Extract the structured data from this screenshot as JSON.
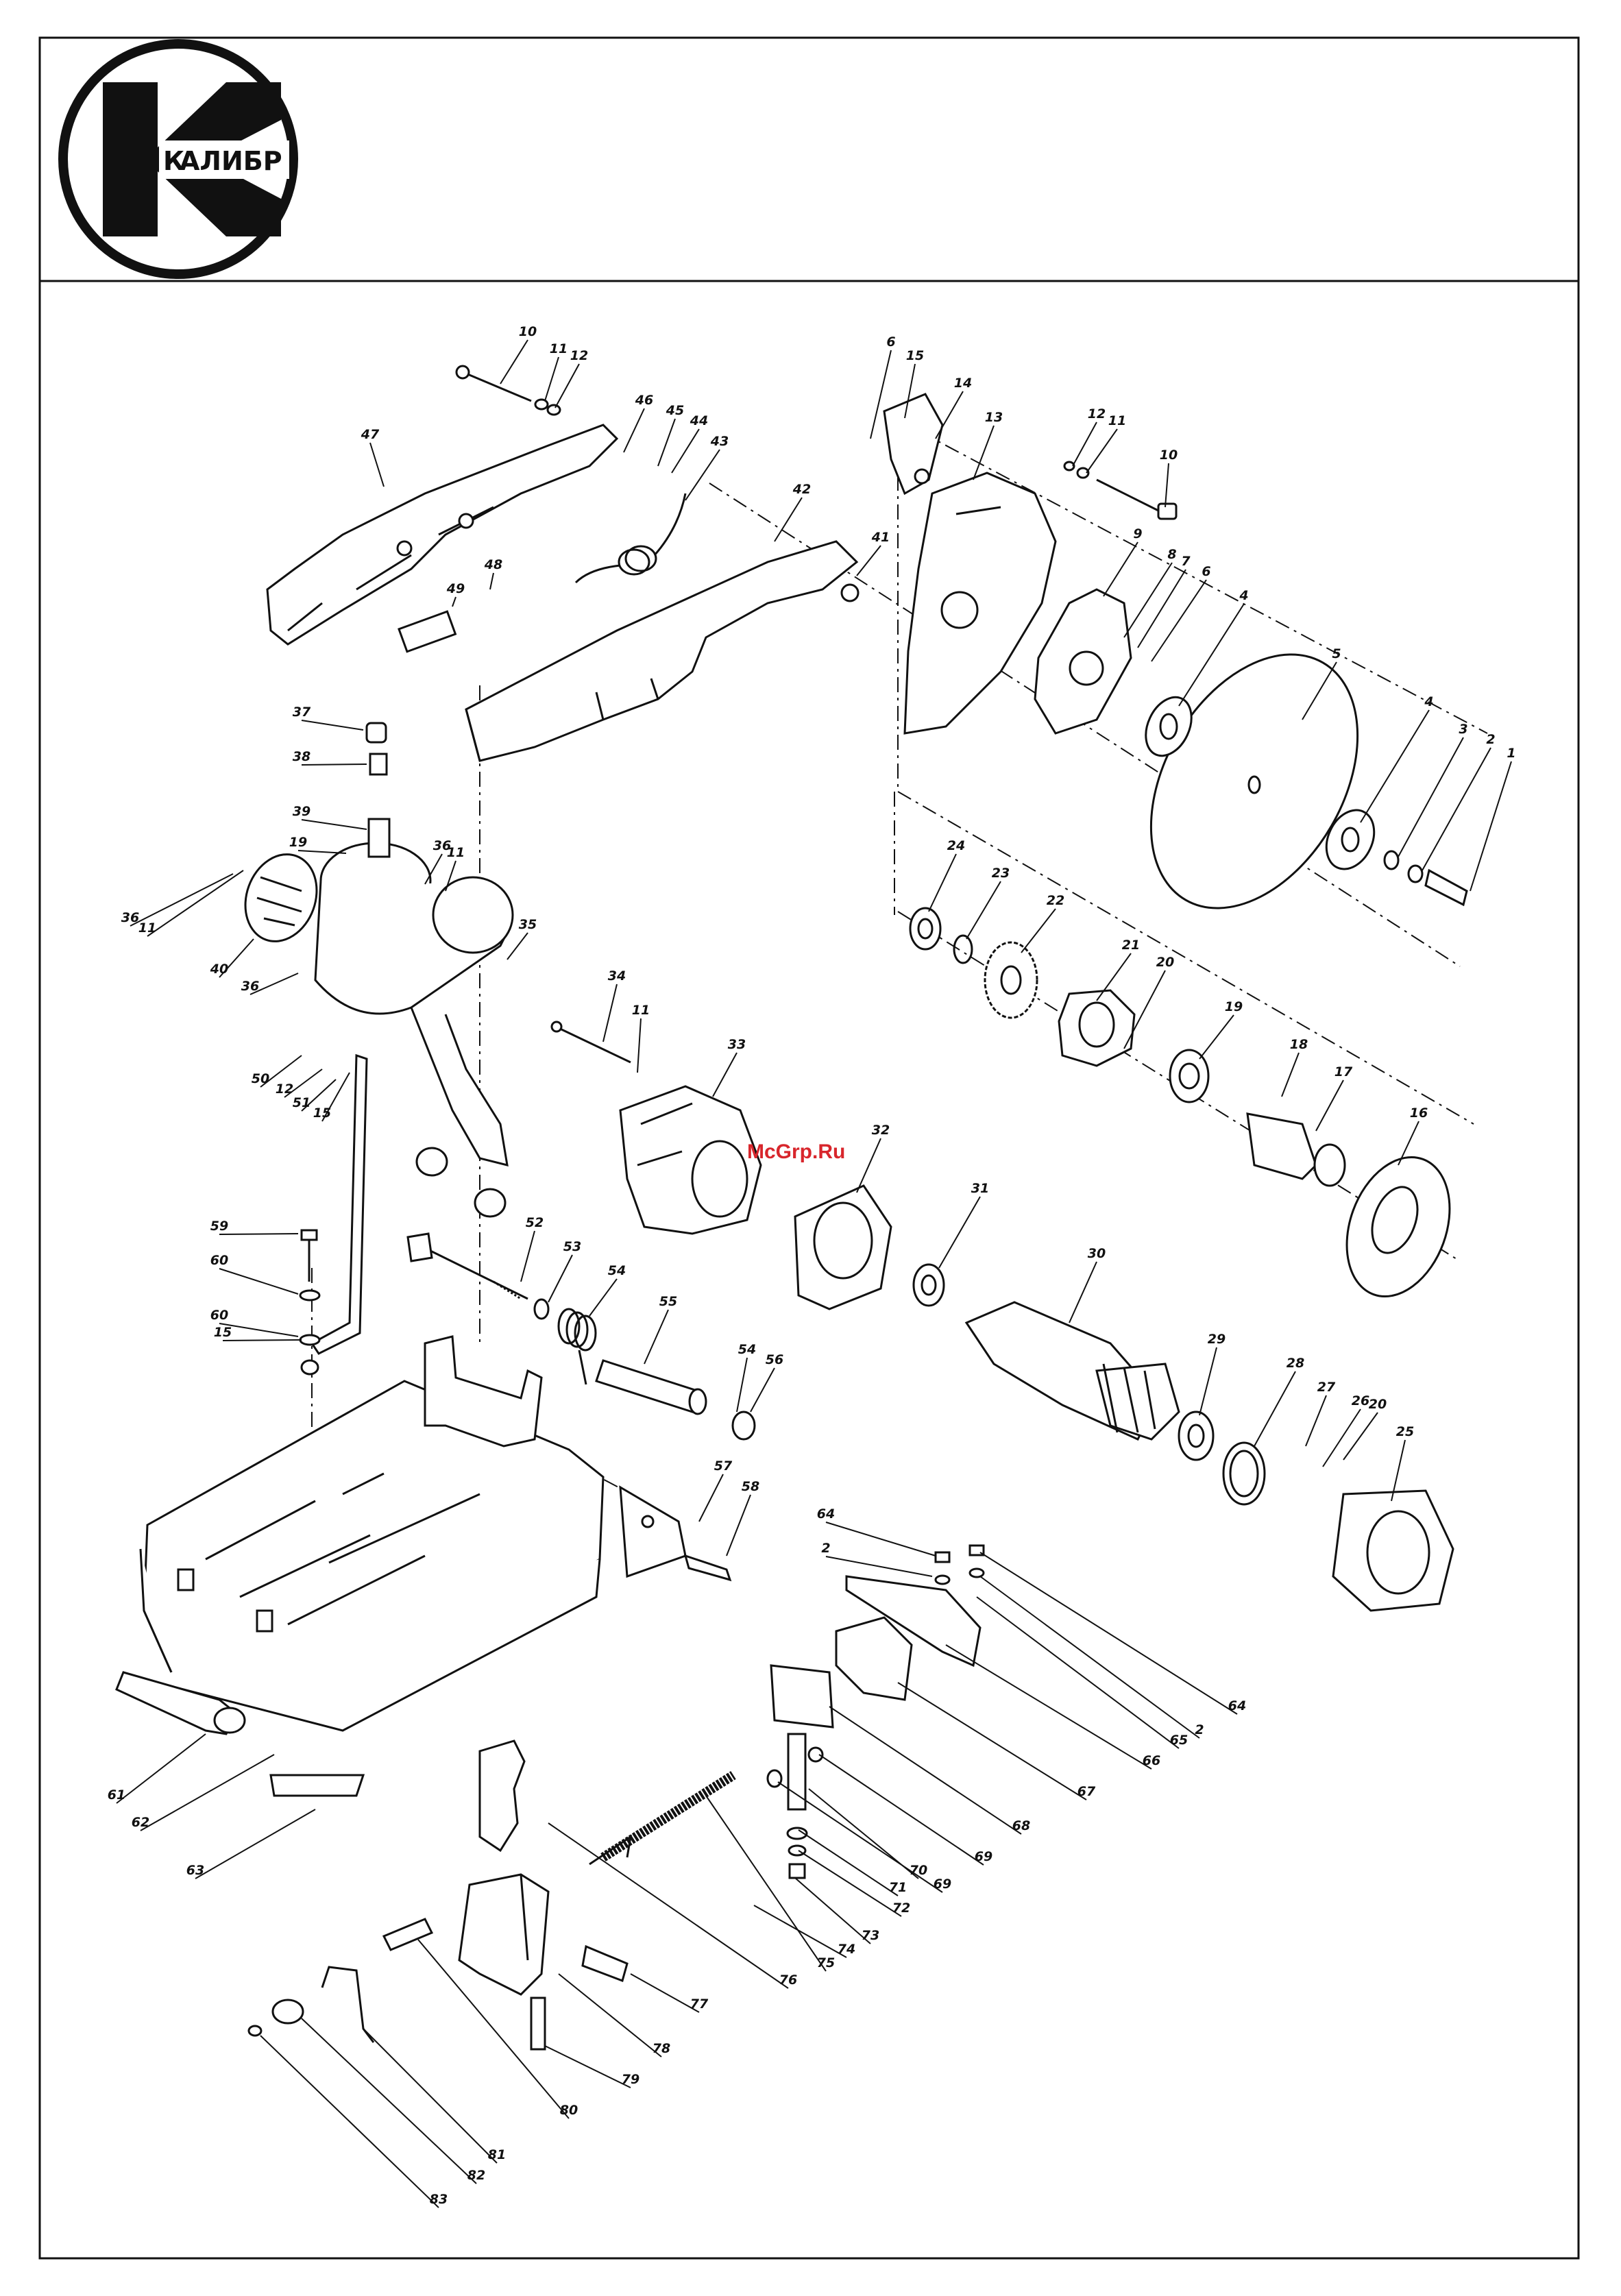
{
  "header": {
    "brand_text": "АЛИБР",
    "brand_mark": "К"
  },
  "watermark": {
    "text": "McGrp.Ru",
    "color": "#d8262c"
  },
  "colors": {
    "ink": "#111111",
    "paper": "#ffffff"
  },
  "parts": [
    {
      "id": "p1",
      "text": "1"
    },
    {
      "id": "p2",
      "text": "2"
    },
    {
      "id": "p3",
      "text": "3"
    },
    {
      "id": "p4a",
      "text": "4"
    },
    {
      "id": "p4b",
      "text": "4"
    },
    {
      "id": "p5",
      "text": "5"
    },
    {
      "id": "p6a",
      "text": "6"
    },
    {
      "id": "p6b",
      "text": "6"
    },
    {
      "id": "p7",
      "text": "7"
    },
    {
      "id": "p8",
      "text": "8"
    },
    {
      "id": "p9",
      "text": "9"
    },
    {
      "id": "p10a",
      "text": "10"
    },
    {
      "id": "p10b",
      "text": "10"
    },
    {
      "id": "p11a",
      "text": "11"
    },
    {
      "id": "p11b",
      "text": "11"
    },
    {
      "id": "p11c",
      "text": "11"
    },
    {
      "id": "p11d",
      "text": "11"
    },
    {
      "id": "p11e",
      "text": "11"
    },
    {
      "id": "p12a",
      "text": "12"
    },
    {
      "id": "p12b",
      "text": "12"
    },
    {
      "id": "p12c",
      "text": "12"
    },
    {
      "id": "p13",
      "text": "13"
    },
    {
      "id": "p14",
      "text": "14"
    },
    {
      "id": "p15a",
      "text": "15"
    },
    {
      "id": "p15b",
      "text": "15"
    },
    {
      "id": "p15c",
      "text": "15"
    },
    {
      "id": "p16",
      "text": "16"
    },
    {
      "id": "p17",
      "text": "17"
    },
    {
      "id": "p18",
      "text": "18"
    },
    {
      "id": "p19a",
      "text": "19"
    },
    {
      "id": "p19b",
      "text": "19"
    },
    {
      "id": "p20a",
      "text": "20"
    },
    {
      "id": "p20b",
      "text": "20"
    },
    {
      "id": "p21",
      "text": "21"
    },
    {
      "id": "p22",
      "text": "22"
    },
    {
      "id": "p23",
      "text": "23"
    },
    {
      "id": "p24",
      "text": "24"
    },
    {
      "id": "p25",
      "text": "25"
    },
    {
      "id": "p26",
      "text": "26"
    },
    {
      "id": "p27",
      "text": "27"
    },
    {
      "id": "p28",
      "text": "28"
    },
    {
      "id": "p29",
      "text": "29"
    },
    {
      "id": "p30",
      "text": "30"
    },
    {
      "id": "p31",
      "text": "31"
    },
    {
      "id": "p32",
      "text": "32"
    },
    {
      "id": "p33",
      "text": "33"
    },
    {
      "id": "p34",
      "text": "34"
    },
    {
      "id": "p35",
      "text": "35"
    },
    {
      "id": "p36a",
      "text": "36"
    },
    {
      "id": "p36b",
      "text": "36"
    },
    {
      "id": "p36c",
      "text": "36"
    },
    {
      "id": "p37",
      "text": "37"
    },
    {
      "id": "p38",
      "text": "38"
    },
    {
      "id": "p39",
      "text": "39"
    },
    {
      "id": "p40",
      "text": "40"
    },
    {
      "id": "p41",
      "text": "41"
    },
    {
      "id": "p42",
      "text": "42"
    },
    {
      "id": "p43",
      "text": "43"
    },
    {
      "id": "p44",
      "text": "44"
    },
    {
      "id": "p45",
      "text": "45"
    },
    {
      "id": "p46",
      "text": "46"
    },
    {
      "id": "p47",
      "text": "47"
    },
    {
      "id": "p48",
      "text": "48"
    },
    {
      "id": "p49",
      "text": "49"
    },
    {
      "id": "p50",
      "text": "50"
    },
    {
      "id": "p51",
      "text": "51"
    },
    {
      "id": "p52",
      "text": "52"
    },
    {
      "id": "p53",
      "text": "53"
    },
    {
      "id": "p54a",
      "text": "54"
    },
    {
      "id": "p54b",
      "text": "54"
    },
    {
      "id": "p55",
      "text": "55"
    },
    {
      "id": "p56",
      "text": "56"
    },
    {
      "id": "p57",
      "text": "57"
    },
    {
      "id": "p58",
      "text": "58"
    },
    {
      "id": "p59",
      "text": "59"
    },
    {
      "id": "p60a",
      "text": "60"
    },
    {
      "id": "p60b",
      "text": "60"
    },
    {
      "id": "p61",
      "text": "61"
    },
    {
      "id": "p62",
      "text": "62"
    },
    {
      "id": "p63",
      "text": "63"
    },
    {
      "id": "p64a",
      "text": "64"
    },
    {
      "id": "p64b",
      "text": "64"
    },
    {
      "id": "p2b",
      "text": "2"
    },
    {
      "id": "p2c",
      "text": "2"
    },
    {
      "id": "p65",
      "text": "65"
    },
    {
      "id": "p66",
      "text": "66"
    },
    {
      "id": "p67",
      "text": "67"
    },
    {
      "id": "p68",
      "text": "68"
    },
    {
      "id": "p69a",
      "text": "69"
    },
    {
      "id": "p69b",
      "text": "69"
    },
    {
      "id": "p70",
      "text": "70"
    },
    {
      "id": "p71",
      "text": "71"
    },
    {
      "id": "p72",
      "text": "72"
    },
    {
      "id": "p73",
      "text": "73"
    },
    {
      "id": "p74",
      "text": "74"
    },
    {
      "id": "p75",
      "text": "75"
    },
    {
      "id": "p76",
      "text": "76"
    },
    {
      "id": "p77",
      "text": "77"
    },
    {
      "id": "p78",
      "text": "78"
    },
    {
      "id": "p79",
      "text": "79"
    },
    {
      "id": "p80",
      "text": "80"
    },
    {
      "id": "p81",
      "text": "81"
    },
    {
      "id": "p82",
      "text": "82"
    },
    {
      "id": "p83",
      "text": "83"
    }
  ]
}
